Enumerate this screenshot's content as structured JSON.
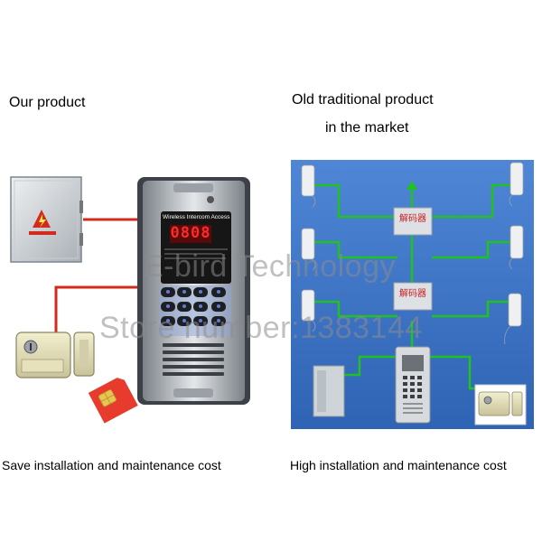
{
  "left_panel": {
    "heading": "Our product",
    "caption": "Save installation and maintenance cost",
    "device_title": "Wireless Intercom Access",
    "display_digits": "0808"
  },
  "right_panel": {
    "heading_line1": "Old traditional product",
    "heading_line2": "in the market",
    "caption": "High installation and maintenance cost",
    "decoder_label": "解码器"
  },
  "watermark": {
    "line1": "E-bird Technology",
    "line2": "Store number:1383144"
  },
  "colors": {
    "red_wire": "#d42a1e",
    "green_wire": "#1fc21f",
    "right_bg": "#3a73c7"
  }
}
